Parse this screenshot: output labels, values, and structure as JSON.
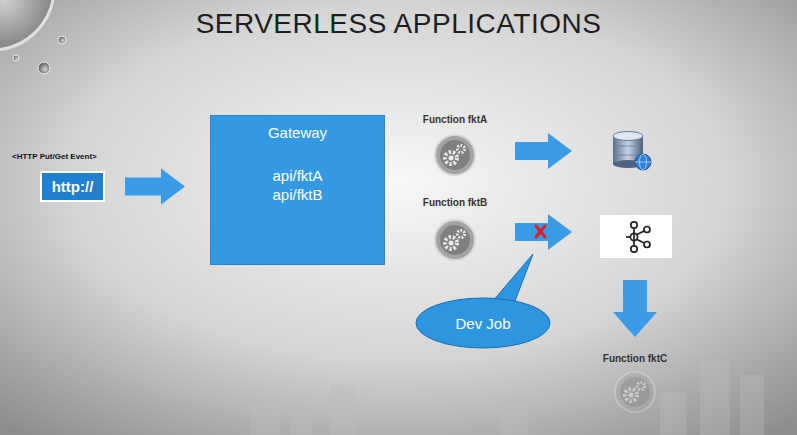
{
  "diagram": {
    "title": "SERVERLESS APPLICATIONS",
    "nodes": [
      {
        "text": [
          "<HTTP Put/Get Event>",
          "http://"
        ]
      },
      {
        "text": [
          "Gateway",
          "api/fktA",
          "api/fktB"
        ]
      },
      {
        "text": [
          "Function fktA"
        ]
      },
      {
        "text": [
          "Function fktB"
        ]
      },
      {
        "text": [
          "Dev Job"
        ]
      },
      {
        "text": [
          "Function fktC"
        ]
      }
    ],
    "edges": [
      {
        "from": 0,
        "to": 1,
        "arrow": "to"
      }
    ]
  }
}
